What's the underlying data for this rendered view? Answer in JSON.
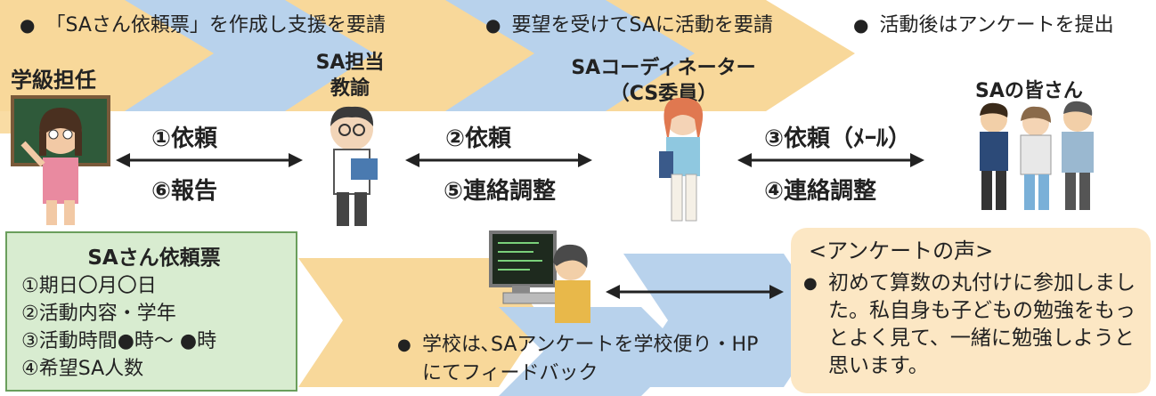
{
  "bullets": [
    "「SAさん依頼票」を作成し支援を要請",
    "要望を受けてSAに活動を要請",
    "活動後はアンケートを提出"
  ],
  "roles": {
    "teacher": "学級担任",
    "sa_staff_line1": "SA担当",
    "sa_staff_line2": "教諭",
    "coordinator_line1": "SAコーディネーター",
    "coordinator_line2": "（CS委員）",
    "sa_members": "SAの皆さん"
  },
  "links": {
    "l1_top": "①依頼",
    "l1_bottom": "⑥報告",
    "l2_top": "②依頼",
    "l2_bottom": "⑤連絡調整",
    "l3_top": "③依頼（ﾒｰﾙ）",
    "l3_bottom": "④連絡調整"
  },
  "request_form": {
    "title": "SAさん依頼票",
    "items": [
      "①期日〇月〇日",
      "②活動内容・学年",
      "③活動時間●時～ ●時",
      "④希望SA人数"
    ]
  },
  "feedback": "学校は､SAアンケートを学校便り・HPにてフィードバック",
  "survey": {
    "title": "<アンケートの声>",
    "comment": "初めて算数の丸付けに参加しました。私自身も子どもの勉強をもっとよく見て、一緒に勉強しようと思います。"
  },
  "colors": {
    "chevron_yellow": "#f8d89a",
    "chevron_blue": "#b8d2ec",
    "form_bg": "#d8ecd0",
    "form_border": "#6a9e5c",
    "voice_bg": "#fce7c4"
  },
  "icons": [
    "teacher-illustration",
    "sa-staff-illustration",
    "coordinator-illustration",
    "sa-members-illustration",
    "computer-user-illustration"
  ]
}
